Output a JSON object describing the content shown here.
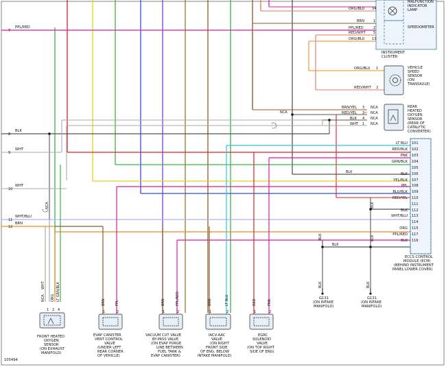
{
  "diagram_id": "105494",
  "left_pins": [
    "7",
    "8",
    "9",
    "10",
    "11",
    "12"
  ],
  "left_wires": {
    "ppl_red": "PPL/RED",
    "blk": "BLK",
    "wht_9": "WHT",
    "wht_10": "WHT",
    "wht_blu": "WHT/BLU",
    "brn": "BRN"
  },
  "cluster": {
    "title_lines": [
      "MALFUNCTION",
      "INDICATOR",
      "LAMP"
    ],
    "speedometer": "SPEEDOMETER",
    "label_lines": [
      "INSTRUMENT",
      "CLUSTER"
    ],
    "wires": [
      {
        "color": "ORG/BLU",
        "pin": "34"
      },
      {
        "color": "BRN",
        "pin": "1"
      },
      {
        "color": "PPL/RED",
        "pin": "2"
      },
      {
        "color": "RED/WHT",
        "pin": "5"
      },
      {
        "color": "ORG/BLU",
        "pin": "13"
      }
    ]
  },
  "vss": {
    "label_lines": [
      "VEHICLE",
      "SPEED",
      "SENSOR",
      "(ON",
      "TRANSAXLE)"
    ],
    "wires": [
      {
        "color": "ORG/BLU",
        "pin": "1"
      },
      {
        "color": "RED/WHT",
        "pin": "2"
      }
    ]
  },
  "rear_o2": {
    "label_lines": [
      "REAR",
      "HEATED",
      "OXYGEN",
      "SENSOR",
      "(REAR OF",
      "CATALYTIC",
      "CONVERTER)"
    ],
    "wires": [
      {
        "color": "BRN/YEL",
        "pin": "3",
        "nca": "NCA"
      },
      {
        "color": "RED/YEL",
        "pin": "2",
        "nca": "NCA"
      },
      {
        "color": "BLK",
        "pin": "4",
        "nca": "NCA"
      },
      {
        "color": "WHT",
        "pin": "1",
        "nca": "NCA"
      }
    ],
    "left_nca": "NCA"
  },
  "ecm": {
    "label_lines": [
      "ECCS CONTROL",
      "MODULE (ECM)",
      "(BEHIND INSTRUMENT",
      "PANEL LOWER COVER)"
    ],
    "pins": [
      {
        "color": "LT BLU",
        "pin": "101"
      },
      {
        "color": "RED/BLK",
        "pin": "102"
      },
      {
        "color": "PNK",
        "pin": "103"
      },
      {
        "color": "GRN/BLK",
        "pin": "104"
      },
      {
        "color": "",
        "pin": "105"
      },
      {
        "color": "BLK",
        "pin": "106"
      },
      {
        "color": "YEL/BLK",
        "pin": "107"
      },
      {
        "color": "PPL",
        "pin": "108"
      },
      {
        "color": "BLU/BLK",
        "pin": "109"
      },
      {
        "color": "RED/YEL",
        "pin": "110"
      },
      {
        "color": "",
        "pin": "111"
      },
      {
        "color": "BLK",
        "pin": "112"
      },
      {
        "color": "WHT/BLU",
        "pin": "113"
      },
      {
        "color": "",
        "pin": "114"
      },
      {
        "color": "ORG",
        "pin": "115"
      },
      {
        "color": "PPL/RED",
        "pin": "117"
      },
      {
        "color": "BLK",
        "pin": "116"
      }
    ],
    "blk_106_left": "BLK",
    "blk_vert_a": "BLK",
    "blk_vert_b": "BLK",
    "blk_116_left": "BLK",
    "blk_ground_a": "BLK",
    "blk_ground_b": "BLK"
  },
  "grounds": [
    {
      "id": "G131",
      "lines": [
        "(ON INTAKE",
        "MANIFOLD)"
      ]
    },
    {
      "id": "G131",
      "lines": [
        "(ON INTAKE",
        "MANIFOLD)"
      ]
    }
  ],
  "front_o2": {
    "wires": [
      "NCA",
      "WHT",
      "ORG",
      "LT GRN/BLK"
    ],
    "pins": [
      "1",
      "2",
      "4"
    ],
    "nca_left": "NCA",
    "label_lines": [
      "FRONT HEATED",
      "OXYGEN",
      "SENSOR",
      "(ON EXHAUST",
      "MANIFOLD)"
    ]
  },
  "components": [
    {
      "wire_a": "BRN",
      "wire_b": "PPL",
      "pin_a": "1",
      "pin_b": "2",
      "label_lines": [
        "EVAP CANISTER",
        "VENT CONTROL",
        "VALVE",
        "(UNDER LEFT",
        "REAR CORNER",
        "OF VEHICLE)"
      ]
    },
    {
      "wire_a": "BRN",
      "wire_b": "PPL/RED",
      "pin_a": "1",
      "pin_b": "2",
      "label_lines": [
        "VACUUM CUT VALVE",
        "BY-PASS VALVE",
        "(ON EVAP PURGE",
        "LINE BETWEEN",
        "FUEL TANK &",
        "EVAP CANISTER)"
      ]
    },
    {
      "wire_a": "BRN",
      "wire_b": "LT BLU",
      "pin_a": "1",
      "pin_b": "2",
      "label_lines": [
        "IACV-AAC",
        "VALVE",
        "(ON RIGHT",
        "FRONT SIDE",
        "OF ENG. BELOW",
        "INTAKE MANIFOLD)"
      ]
    },
    {
      "wire_a": "RED",
      "wire_b": "PNK",
      "pin_a": "1",
      "pin_b": "2",
      "label_lines": [
        "EGRC",
        "SOLENOID",
        "VALVE",
        "(ON TOP RIGHT",
        "SIDE OF ENG)"
      ]
    }
  ],
  "colors": {
    "brown": "#8b5a2b",
    "magenta": "#e0189b",
    "red": "#d9202a",
    "green": "#3cb043",
    "yellow": "#e6d21a",
    "blue": "#2f4fd6",
    "purple": "#7b3fd0",
    "cyan": "#2ec4e6",
    "orange": "#f08a1c",
    "salmon": "#e8735a",
    "olive": "#8a7a2a",
    "black": "#111111",
    "gray": "#9a9a9a",
    "lightblue": "#a9b8ee",
    "panel": "#eef4fb"
  }
}
